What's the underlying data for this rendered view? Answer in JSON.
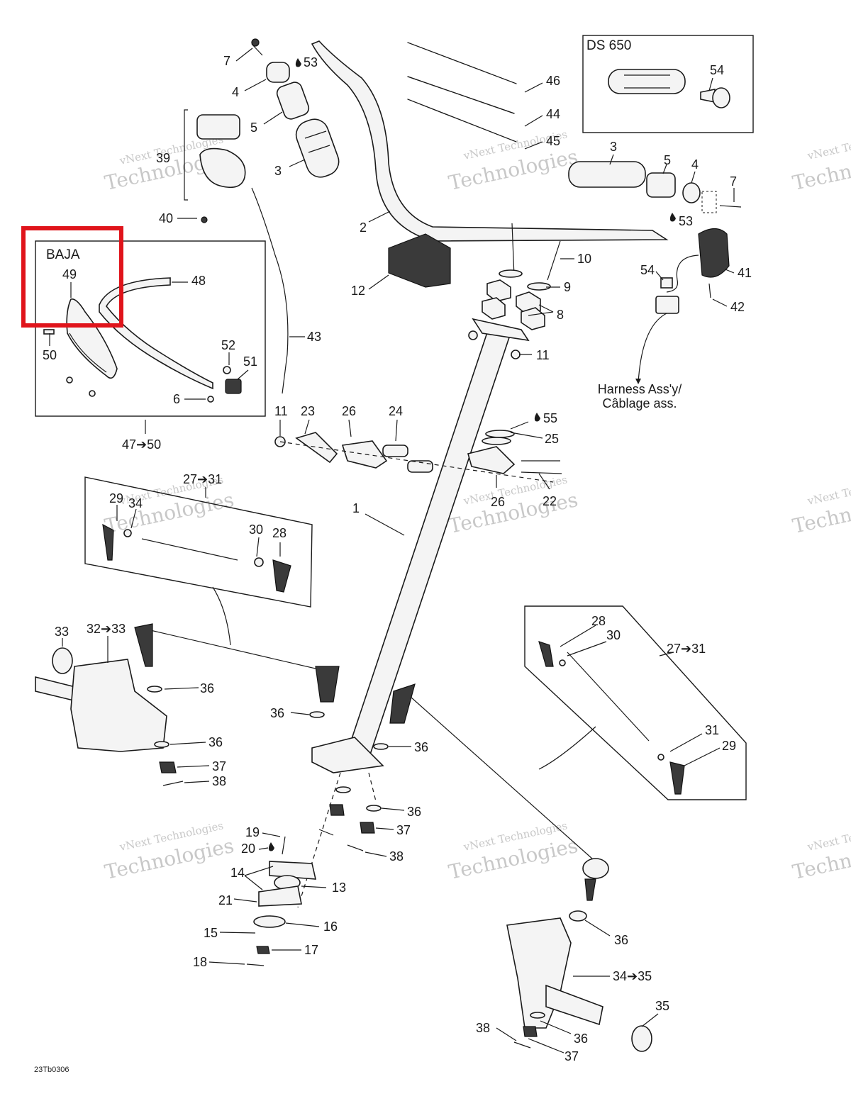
{
  "figure_code": "23Tb0306",
  "boxes": {
    "ds650": "DS 650",
    "baja": "BAJA"
  },
  "harness_label": [
    "Harness Ass'y/",
    "Câblage ass."
  ],
  "watermark": [
    "vNext Technologies",
    "Technologies"
  ],
  "highlight_color": "#e0141b",
  "labels": [
    "7",
    "4",
    "53",
    "5",
    "3",
    "39",
    "40",
    "2",
    "46",
    "44",
    "45",
    "3",
    "5",
    "4",
    "7",
    "53",
    "12",
    "10",
    "9",
    "8",
    "11",
    "54",
    "41",
    "42",
    "49",
    "48",
    "50",
    "52",
    "51",
    "6",
    "47➔50",
    "43",
    "11",
    "23",
    "26",
    "24",
    "55",
    "25",
    "1",
    "26",
    "22",
    "27➔31",
    "29",
    "34",
    "30",
    "28",
    "33",
    "32➔33",
    "36",
    "36",
    "36",
    "37",
    "38",
    "36",
    "36",
    "37",
    "38",
    "28",
    "30",
    "27➔31",
    "31",
    "29",
    "19",
    "20",
    "14",
    "21",
    "13",
    "15",
    "16",
    "17",
    "18",
    "36",
    "34➔35",
    "35",
    "38",
    "36",
    "37",
    "54"
  ]
}
